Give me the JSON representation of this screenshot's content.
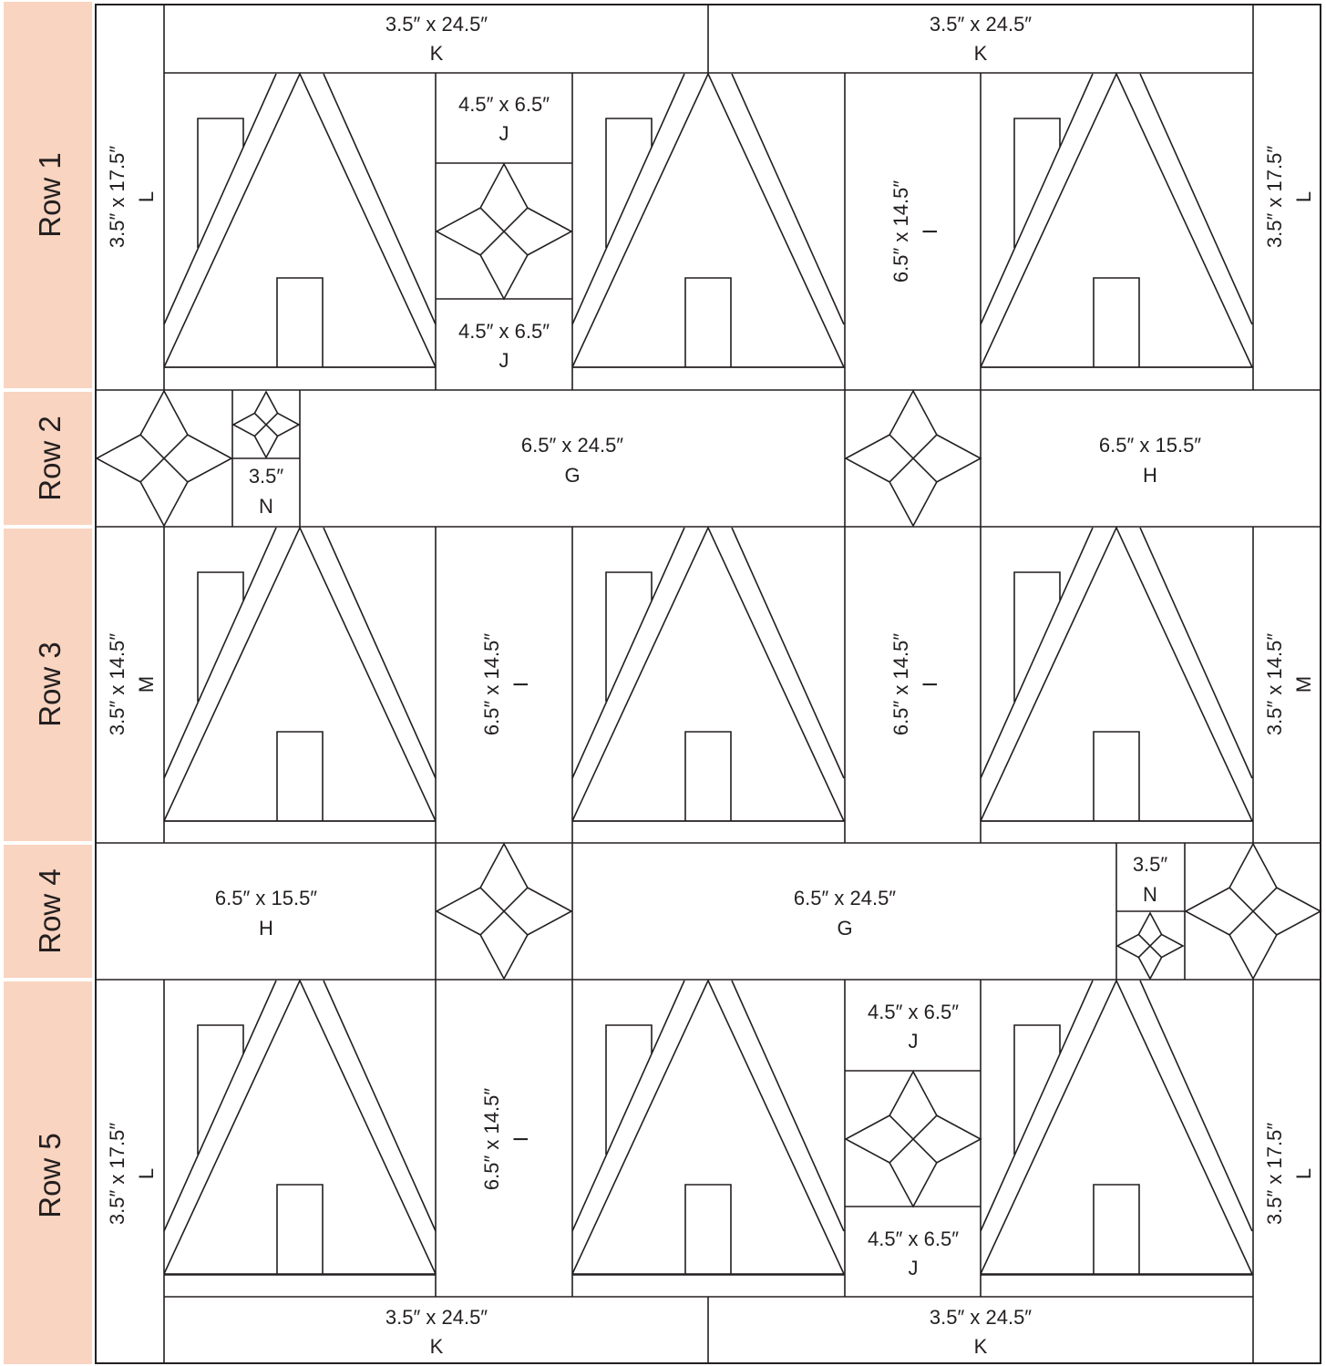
{
  "colors": {
    "row_band": "#f9d4c0",
    "line": "#231f20",
    "background": "#ffffff"
  },
  "rows": [
    "Row 1",
    "Row 2",
    "Row 3",
    "Row 4",
    "Row 5"
  ],
  "labels": {
    "k_top_left": {
      "size": "3.5″ x 24.5″",
      "letter": "K"
    },
    "k_top_right": {
      "size": "3.5″ x 24.5″",
      "letter": "K"
    },
    "l_r1_left": {
      "size": "3.5″ x 17.5″",
      "letter": "L"
    },
    "l_r1_right": {
      "size": "3.5″ x 17.5″",
      "letter": "L"
    },
    "j_r1_top": {
      "size": "4.5″ x 6.5″",
      "letter": "J"
    },
    "j_r1_bottom": {
      "size": "4.5″ x 6.5″",
      "letter": "J"
    },
    "i_r1": {
      "size": "6.5″ x 14.5″",
      "letter": "I"
    },
    "n_r2": {
      "size": "3.5″",
      "letter": "N"
    },
    "g_r2": {
      "size": "6.5″ x 24.5″",
      "letter": "G"
    },
    "h_r2": {
      "size": "6.5″ x 15.5″",
      "letter": "H"
    },
    "m_r3_left": {
      "size": "3.5″ x 14.5″",
      "letter": "M"
    },
    "m_r3_right": {
      "size": "3.5″ x 14.5″",
      "letter": "M"
    },
    "i_r3_a": {
      "size": "6.5″ x 14.5″",
      "letter": "I"
    },
    "i_r3_b": {
      "size": "6.5″ x 14.5″",
      "letter": "I"
    },
    "h_r4": {
      "size": "6.5″ x 15.5″",
      "letter": "H"
    },
    "g_r4": {
      "size": "6.5″ x 24.5″",
      "letter": "G"
    },
    "n_r4": {
      "size": "3.5″",
      "letter": "N"
    },
    "l_r5_left": {
      "size": "3.5″ x 17.5″",
      "letter": "L"
    },
    "l_r5_right": {
      "size": "3.5″ x 17.5″",
      "letter": "L"
    },
    "i_r5": {
      "size": "6.5″ x 14.5″",
      "letter": "I"
    },
    "j_r5_top": {
      "size": "4.5″ x 6.5″",
      "letter": "J"
    },
    "j_r5_bottom": {
      "size": "4.5″ x 6.5″",
      "letter": "J"
    },
    "k_bottom_left": {
      "size": "3.5″ x 24.5″",
      "letter": "K"
    },
    "k_bottom_right": {
      "size": "3.5″ x 24.5″",
      "letter": "K"
    }
  }
}
